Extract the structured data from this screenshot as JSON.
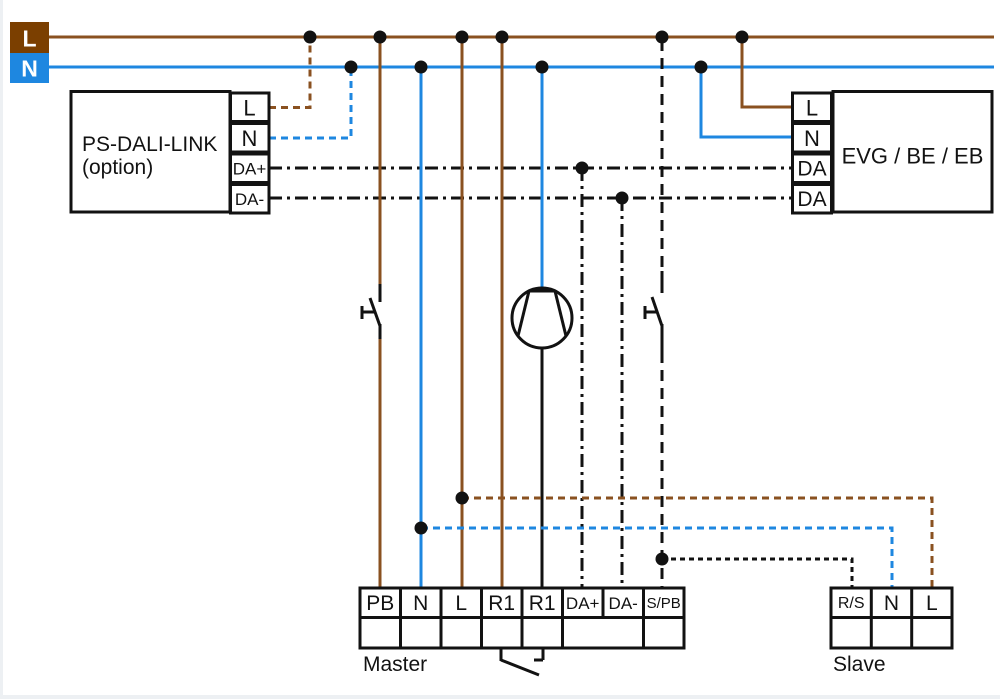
{
  "legend": {
    "line_label": "L",
    "neutral_label": "N"
  },
  "colors": {
    "line_brown": "#7b3f00",
    "neutral_blue": "#1e87e0",
    "wire_brown": "#8a5120",
    "wire_blue": "#1e87e0",
    "wire_black": "#121212",
    "frame_gray": "#edf0f3"
  },
  "ps_box": {
    "title_line1": "PS-DALI-LINK",
    "title_line2": "(option)",
    "terminals": [
      "L",
      "N",
      "DA+",
      "DA-"
    ]
  },
  "evg_box": {
    "title": "EVG / BE / EB",
    "terminals": [
      "L",
      "N",
      "DA",
      "DA"
    ]
  },
  "master_block": {
    "caption": "Master",
    "terminals": [
      "PB",
      "N",
      "L",
      "R1",
      "R1",
      "DA+",
      "DA-",
      "S/PB"
    ]
  },
  "slave_block": {
    "caption": "Slave",
    "terminals": [
      "R/S",
      "N",
      "L"
    ]
  }
}
